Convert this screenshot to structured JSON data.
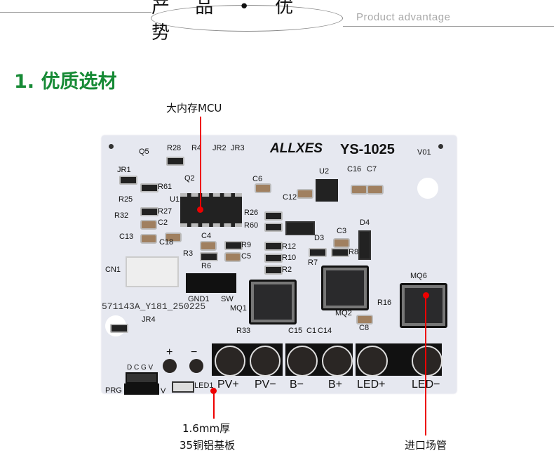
{
  "header": {
    "title": "产 品 • 优 势",
    "subtitle": "Product advantage"
  },
  "section": {
    "title": "1. 优质选材"
  },
  "callouts": {
    "mcu": "大内存MCU",
    "board_line1": "1.6mm厚",
    "board_line2": "35铜铝基板",
    "mosfet": "进口场管"
  },
  "pcb": {
    "brand": "ALLXES",
    "model": "YS-1025",
    "version": "V01",
    "serial": "571143A_Y181_250225",
    "terminals": [
      "PV+",
      "PV−",
      "B−",
      "B+",
      "LED+",
      "LED−"
    ],
    "labels": {
      "q5": "Q5",
      "r28": "R28",
      "r4": "R4",
      "jr2": "JR2",
      "jr3": "JR3",
      "jr1": "JR1",
      "q2": "Q2",
      "r61": "R61",
      "r25": "R25",
      "u1": "U1",
      "r27": "R27",
      "r32": "R32",
      "c2": "C2",
      "c13": "C13",
      "c18": "C18",
      "c4": "C4",
      "r3": "R3",
      "r9": "R9",
      "c5": "C5",
      "r6": "R6",
      "cn1": "CN1",
      "gnd1": "GND1",
      "sw": "SW",
      "c6": "C6",
      "r26": "R26",
      "r60": "R60",
      "u2": "U2",
      "c12": "C12",
      "c16": "C16",
      "c7": "C7",
      "d3": "D3",
      "d4": "D4",
      "c3": "C3",
      "r12": "R12",
      "r10": "R10",
      "r2": "R2",
      "r7": "R7",
      "r8": "R8",
      "mq1": "MQ1",
      "mq2": "MQ2",
      "mq6": "MQ6",
      "r16": "R16",
      "c8": "C8",
      "jr4": "JR4",
      "r33": "R33",
      "c15": "C15",
      "c1": "C1",
      "c14": "C14",
      "plus": "+",
      "minus": "−",
      "dcgv": "D C G V",
      "prg": "PRG",
      "v": "V",
      "led1": "LED1"
    }
  }
}
